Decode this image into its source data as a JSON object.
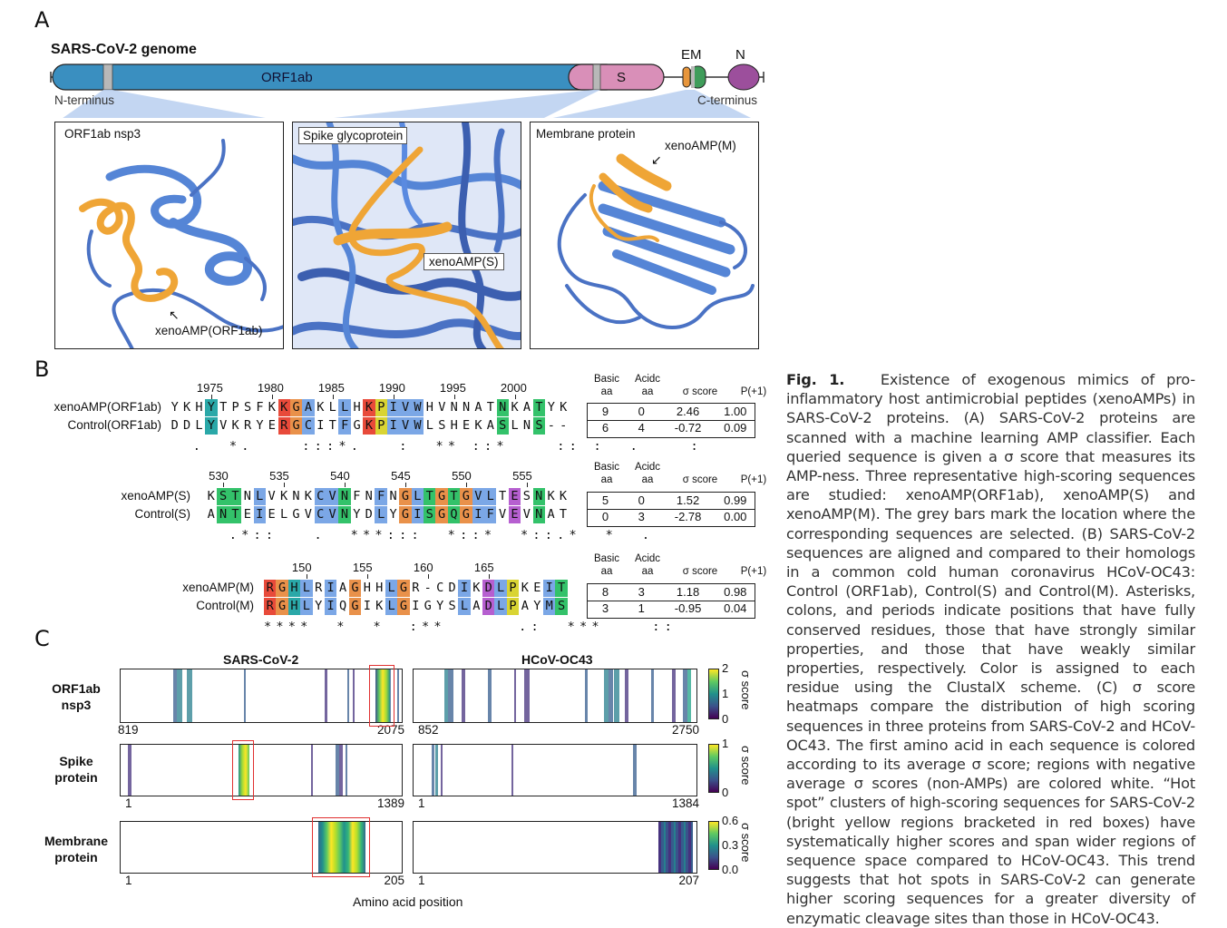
{
  "panels": {
    "a": "A",
    "b": "B",
    "c": "C"
  },
  "genome": {
    "title": "SARS-CoV-2 genome",
    "orf1ab": "ORF1ab",
    "s": "S",
    "em": "EM",
    "n": "N",
    "n_terminus": "N-terminus",
    "c_terminus": "C-terminus",
    "colors": {
      "orf1ab": "#3a8fc0",
      "s": "#d98fb8",
      "e": "#e8963c",
      "m": "#3f9d5a",
      "n": "#9c4f9c"
    }
  },
  "structures": [
    {
      "title": "ORF1ab nsp3",
      "label": "xenoAMP(ORF1ab)"
    },
    {
      "title": "Spike glycoprotein",
      "label": "xenoAMP(S)"
    },
    {
      "title": "Membrane protein",
      "label": "xenoAMP(M)"
    }
  ],
  "alignments": [
    {
      "ticks": [
        "1975",
        "1980",
        "1985",
        "1990",
        "1995",
        "2000"
      ],
      "name1": "xenoAMP(ORF1ab)",
      "name2": "Control(ORF1ab)",
      "seq1": "YKHYTPSFKKGAKLLHKPIVWHVNNATNKATYK",
      "seq2": "DDLYVKRYERGCITFGKPIVWLSHEKASLNS--",
      "cons": "  .  *.    :::*.   :  ** ::*    :: :  .    :",
      "headers": [
        "Basic aa",
        "Acidc aa",
        "σ score",
        "P(+1)"
      ],
      "rows": [
        [
          "9",
          "0",
          "2.46",
          "1.00"
        ],
        [
          "6",
          "4",
          "-0.72",
          "0.09"
        ]
      ]
    },
    {
      "ticks": [
        "530",
        "535",
        "540",
        "545",
        "550",
        "555"
      ],
      "name1": "xenoAMP(S)",
      "name2": "Control(S)",
      "seq1": "KSTNLVKNKCVNFNFNGLTGTGVLTESNKK",
      "seq2": "ANTEIELGVCVNYDLYGISGQGIFVEVNAT",
      "cons": "  .*::   .  ***:::  *::*  *::.*  *  .",
      "headers": [
        "Basic aa",
        "Acidc aa",
        "σ score",
        "P(+1)"
      ],
      "rows": [
        [
          "5",
          "0",
          "1.52",
          "0.99"
        ],
        [
          "0",
          "3",
          "-2.78",
          "0.00"
        ]
      ]
    },
    {
      "ticks": [
        "150",
        "155",
        "160",
        "165"
      ],
      "name1": "xenoAMP(M)",
      "name2": "Control(M)",
      "seq1": "RGHLRIAGHHLGR-CDIKDLPKEIT",
      "seq2": "RGHLYIQGIKLGIGYSLADLPAYMS",
      "cons": "****  *  *  :**      .:  ***    ::",
      "headers": [
        "Basic aa",
        "Acidc aa",
        "σ score",
        "P(+1)"
      ],
      "rows": [
        [
          "8",
          "3",
          "1.18",
          "0.98"
        ],
        [
          "3",
          "1",
          "-0.95",
          "0.04"
        ]
      ]
    }
  ],
  "heatmap": {
    "col1": "SARS-CoV-2",
    "col2": "HCoV-OC43",
    "rows": [
      {
        "label": "ORF1ab\nnsp3",
        "l1": "819",
        "r1": "2075",
        "l2": "852",
        "r2": "2750",
        "cb": [
          "2",
          "1",
          "0"
        ]
      },
      {
        "label": "Spike\nprotein",
        "l1": "1",
        "r1": "1389",
        "l2": "1",
        "r2": "1384",
        "cb": [
          "1",
          "0"
        ]
      },
      {
        "label": "Membrane\nprotein",
        "l1": "1",
        "r1": "205",
        "l2": "1",
        "r2": "207",
        "cb": [
          "0.6",
          "0.3",
          "0.0"
        ]
      }
    ],
    "cbtitle": "σ score",
    "xlabel": "Amino acid position"
  },
  "caption": {
    "fig": "Fig. 1.",
    "text": "Existence of exogenous mimics of pro-inflammatory host antimicrobial peptides (xenoAMPs) in SARS-CoV-2 proteins. (A) SARS-CoV-2 proteins are scanned with a machine learning AMP classifier. Each queried sequence is given a σ score that measures its AMP-ness. Three representative high-scoring sequences are studied: xenoAMP(ORF1ab), xenoAMP(S) and xenoAMP(M). The grey bars mark the location where the corresponding sequences are selected. (B) SARS-CoV-2 sequences are aligned and compared to their homologs in a common cold human coronavirus HCoV-OC43: Control (ORF1ab), Control(S) and Control(M). Asterisks, colons, and periods indicate positions that have fully conserved residues, those that have strongly similar properties, and those that have weakly similar properties, respectively. Color is assigned to each residue using the ClustalX scheme. (C) σ score heatmaps compare the distribution of high scoring sequences in three proteins from SARS-CoV-2 and HCoV-OC43. The first amino acid in each sequence is colored according to its average σ score; regions with negative average σ scores (non-AMPs) are colored white. “Hot spot” clusters of high-scoring sequences for SARS-CoV-2 (bright yellow regions bracketed in red boxes) have systematically higher scores and span wider regions of sequence space compared to HCoV-OC43. This trend suggests that hot spots in SARS-CoV-2 can generate higher scoring sequences for a greater diversity of enzymatic cleavage sites than those in HCoV-OC43."
  }
}
